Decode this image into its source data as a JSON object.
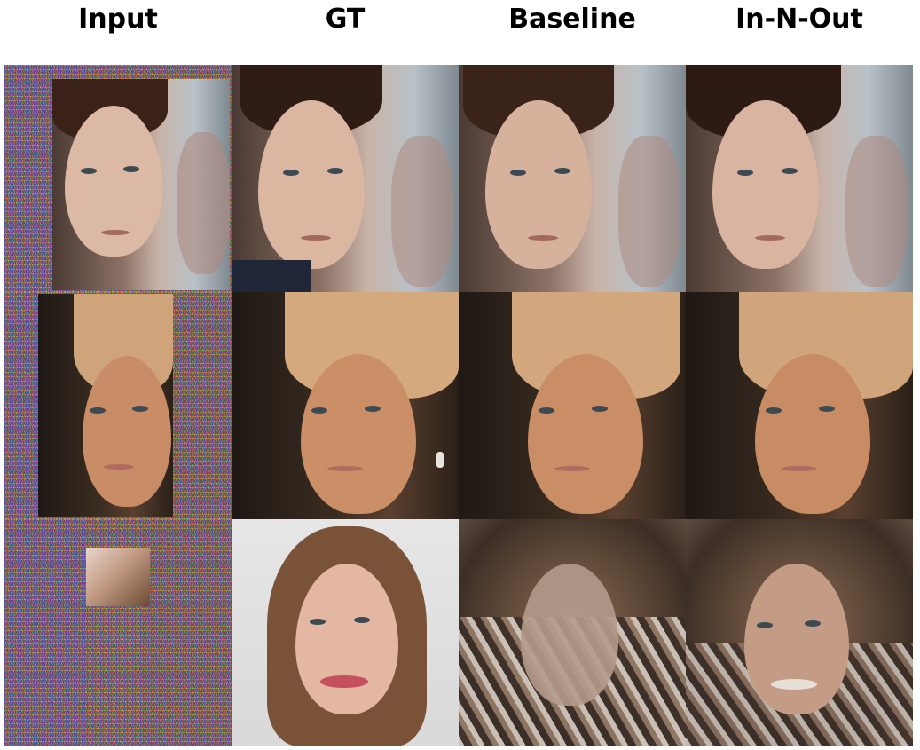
{
  "columns": [
    "Input",
    "GT",
    "Baseline",
    "In-N-Out"
  ]
}
